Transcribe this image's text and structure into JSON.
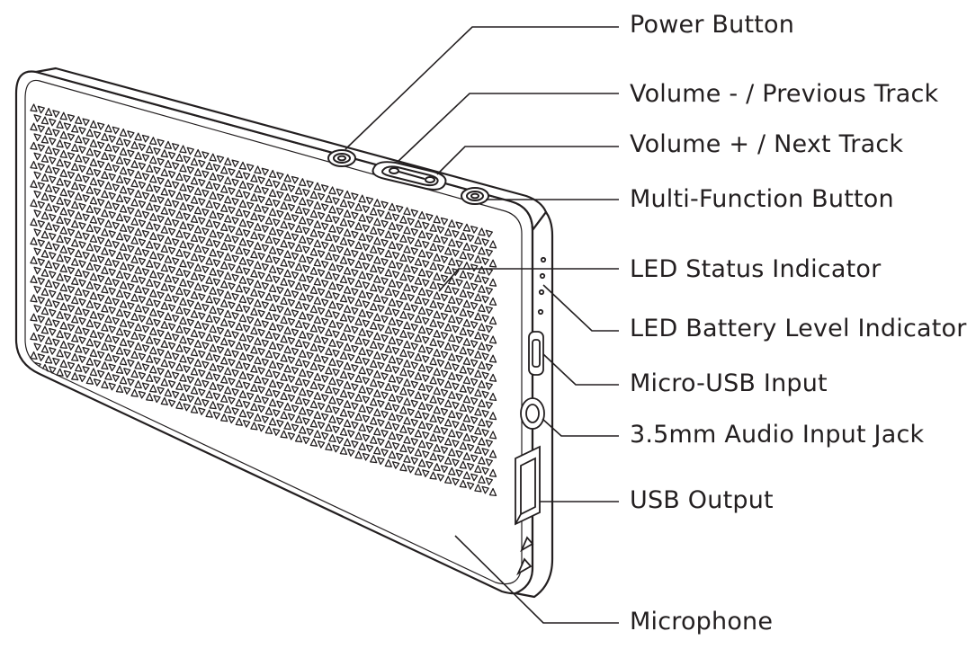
{
  "diagram": {
    "device": "portable-bluetooth-speaker",
    "line_color": "#231f20",
    "background_color": "#ffffff",
    "callouts": [
      {
        "id": "power",
        "label": "Power Button"
      },
      {
        "id": "volminus",
        "label": "Volume - / Previous Track"
      },
      {
        "id": "volplus",
        "label": "Volume + / Next Track"
      },
      {
        "id": "multi",
        "label": "Multi-Function Button"
      },
      {
        "id": "ledstatus",
        "label": "LED Status Indicator"
      },
      {
        "id": "ledbattery",
        "label": "LED Battery Level Indicator"
      },
      {
        "id": "microusb",
        "label": "Micro-USB Input"
      },
      {
        "id": "audiojack",
        "label": "3.5mm Audio Input Jack"
      },
      {
        "id": "usbout",
        "label": "USB Output"
      },
      {
        "id": "mic",
        "label": "Microphone"
      }
    ]
  }
}
